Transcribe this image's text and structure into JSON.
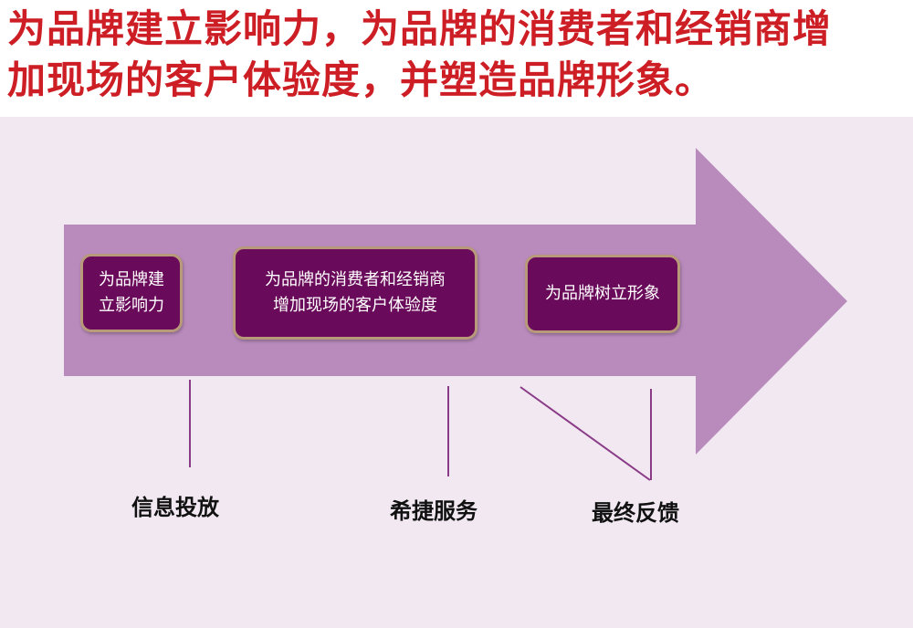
{
  "headline": {
    "line1": "为品牌建立影响力，为品牌的消费者和经销商增",
    "line2": "加现场的客户体验度，并塑造品牌形象。"
  },
  "diagram": {
    "boxes": [
      {
        "lines": [
          "为品牌建",
          "立影响力"
        ]
      },
      {
        "lines": [
          "为品牌的消费者和经销商",
          "增加现场的客户体验度"
        ]
      },
      {
        "lines": [
          "为品牌树立形象"
        ]
      }
    ],
    "labels": [
      "信息投放",
      "希捷服务",
      "最终反馈"
    ],
    "colors": {
      "headline": "#cc1e24",
      "panel": "#f1e8f1",
      "arrow": "#b98bbc",
      "box": "#6a0a5a",
      "box_border": "#b89a7a",
      "connector": "#8a3a86"
    }
  }
}
